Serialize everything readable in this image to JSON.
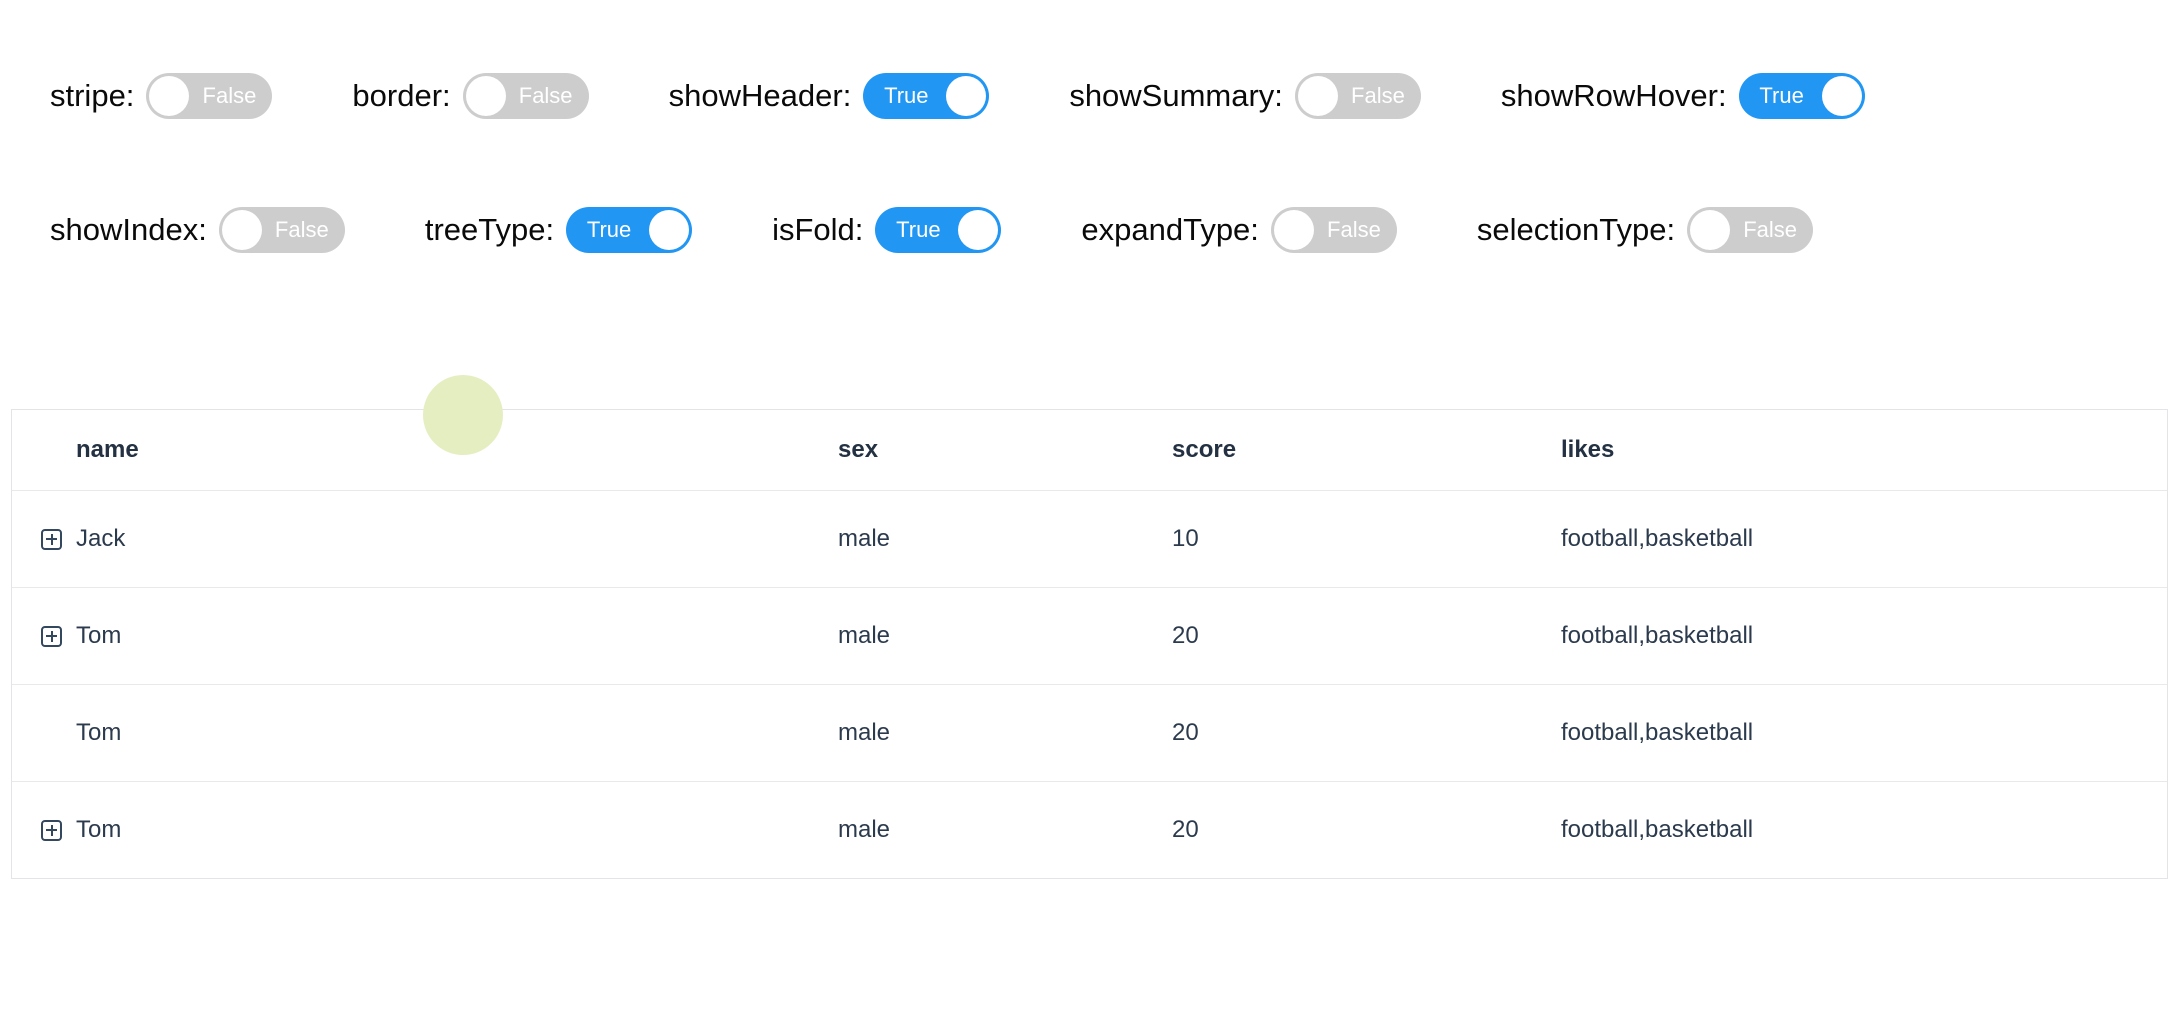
{
  "controls": {
    "rows": [
      [
        {
          "label": "stripe:",
          "value": "False",
          "on": false
        },
        {
          "label": "border:",
          "value": "False",
          "on": false
        },
        {
          "label": "showHeader:",
          "value": "True",
          "on": true
        },
        {
          "label": "showSummary:",
          "value": "False",
          "on": false
        },
        {
          "label": "showRowHover:",
          "value": "True",
          "on": true
        }
      ],
      [
        {
          "label": "showIndex:",
          "value": "False",
          "on": false
        },
        {
          "label": "treeType:",
          "value": "True",
          "on": true
        },
        {
          "label": "isFold:",
          "value": "True",
          "on": true
        },
        {
          "label": "expandType:",
          "value": "False",
          "on": false
        },
        {
          "label": "selectionType:",
          "value": "False",
          "on": false
        }
      ]
    ],
    "colors": {
      "on": "#2196f3",
      "off": "#cdcdcd",
      "switch_text": "#ffffff"
    }
  },
  "table": {
    "columns": [
      "name",
      "sex",
      "score",
      "likes"
    ],
    "expand_icon": "plus-square-icon",
    "rows": [
      {
        "name": "Jack",
        "sex": "male",
        "score": "10",
        "likes": "football,basketball",
        "expandable": true,
        "child": false
      },
      {
        "name": "Tom",
        "sex": "male",
        "score": "20",
        "likes": "football,basketball",
        "expandable": true,
        "child": false
      },
      {
        "name": "Tom",
        "sex": "male",
        "score": "20",
        "likes": "football,basketball",
        "expandable": false,
        "child": true
      },
      {
        "name": "Tom",
        "sex": "male",
        "score": "20",
        "likes": "football,basketball",
        "expandable": true,
        "child": false
      }
    ],
    "colors": {
      "border": "#e2e4e8",
      "separator": "#e9e9eb",
      "header_text": "#233142",
      "cell_text": "#2b3a4d"
    }
  },
  "overlay": {
    "click_indicator_color": "#e5eec0"
  }
}
